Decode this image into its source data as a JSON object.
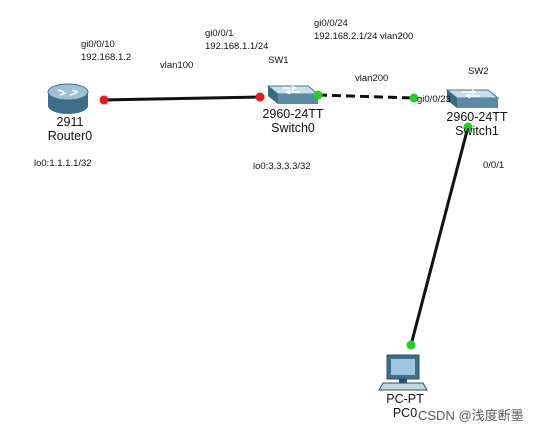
{
  "devices": {
    "router": {
      "model": "2911",
      "name": "Router0"
    },
    "switch0": {
      "model": "2960-24TT",
      "name": "Switch0",
      "tag": "SW1"
    },
    "switch1": {
      "model": "2960-24TT",
      "name": "Switch1",
      "tag": "SW2"
    },
    "pc": {
      "model": "PC-PT",
      "name": "PC0"
    }
  },
  "labels": {
    "r_port": "gi0/0/10",
    "r_ip": "192.168.1.2",
    "r_loopback": "lo0:1.1.1.1/32",
    "link1_vlan": "vlan100",
    "sw1_port": "gi0/0/1",
    "sw1_ip": "192.168.1.1/24",
    "sw1_loopback": "lo0:3.3.3.3/32",
    "sw1_trunk_port": "gi0/0/24",
    "sw1_trunk_ip": "192.168.2.1/24 vlan200",
    "link2_vlan": "vlan200",
    "sw2_port": "gi0/0/23",
    "pc_link_port": "0/0/1"
  },
  "colors": {
    "link": "#111111",
    "port_red": "#e8181b",
    "port_green": "#22d022"
  },
  "watermark": "CSDN @浅度断墨"
}
